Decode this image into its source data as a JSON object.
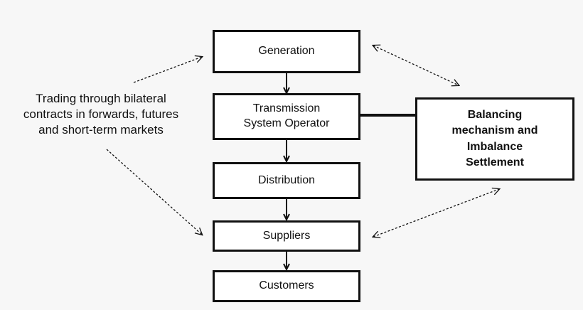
{
  "nodes": {
    "generation": "Generation",
    "tso_line1": "Transmission",
    "tso_line2": "System Operator",
    "distribution": "Distribution",
    "suppliers": "Suppliers",
    "customers": "Customers",
    "balancing_line1": "Balancing",
    "balancing_line2": "mechanism and",
    "balancing_line3": "Imbalance",
    "balancing_line4": "Settlement"
  },
  "trading_note": {
    "line1": "Trading through bilateral",
    "line2": "contracts in forwards, futures",
    "line3": "and short-term markets"
  },
  "colors": {
    "line": "#111111",
    "box_fill": "#ffffff",
    "background": "#f7f7f7"
  }
}
